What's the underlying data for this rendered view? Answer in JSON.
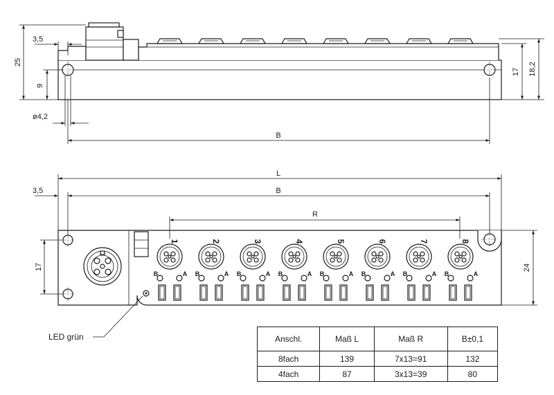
{
  "dimensions": {
    "d35": "3,5",
    "d25": "25",
    "d9": "9",
    "d42": "ø4,2",
    "dB": "B",
    "d17": "17",
    "d182": "18,2",
    "dL": "L",
    "dR": "R",
    "d24": "24"
  },
  "port_numbers": [
    "1",
    "2",
    "3",
    "4",
    "5",
    "6",
    "7",
    "8"
  ],
  "pin_labels": {
    "b": "B",
    "a": "A"
  },
  "led_label": "LED grün",
  "table": {
    "headers": [
      "Anschl.",
      "Maß L",
      "Maß R",
      "B±0,1"
    ],
    "rows": [
      [
        "8fach",
        "139",
        "7x13=91",
        "132"
      ],
      [
        "4fach",
        "87",
        "3x13=39",
        "80"
      ]
    ]
  }
}
